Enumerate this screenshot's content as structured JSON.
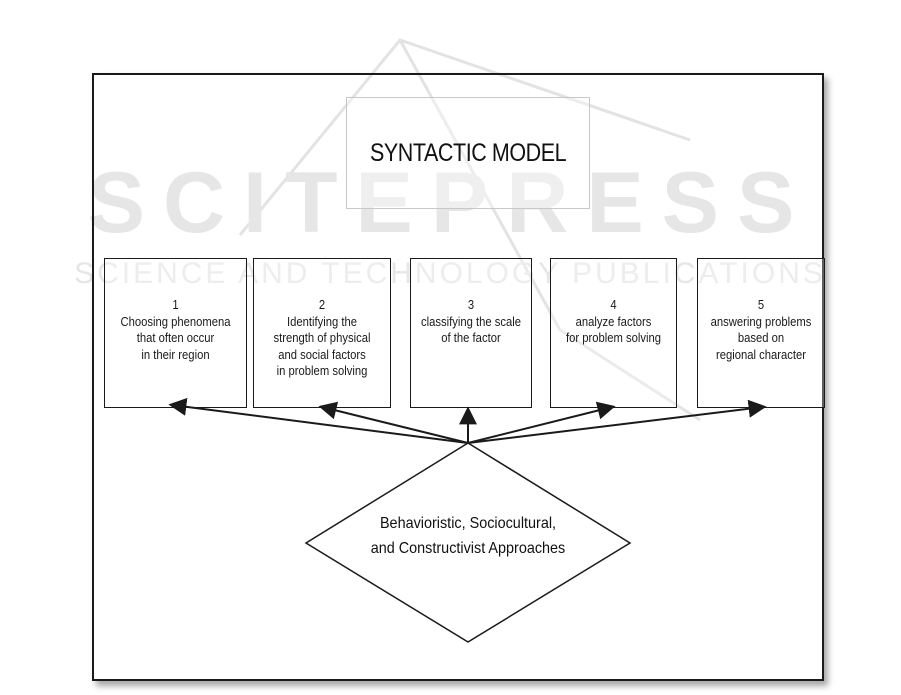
{
  "watermark": {
    "brand": "SCITEPRESS",
    "tagline": "SCIENCE AND TECHNOLOGY PUBLICATIONS"
  },
  "diagram": {
    "title": "SYNTACTIC MODEL",
    "steps": [
      {
        "number": "1",
        "lines": [
          "Choosing phenomena",
          "that often occur",
          "in their region"
        ]
      },
      {
        "number": "2",
        "lines": [
          "Identifying the",
          "strength of physical",
          "and social factors",
          "in problem solving"
        ]
      },
      {
        "number": "3",
        "lines": [
          "classifying the scale",
          "of the factor"
        ]
      },
      {
        "number": "4",
        "lines": [
          "analyze factors",
          "for problem solving"
        ]
      },
      {
        "number": "5",
        "lines": [
          "answering problems",
          "based on",
          "regional character"
        ]
      }
    ],
    "approach": {
      "line1": "Behavioristic, Sociocultural,",
      "line2": "and Constructivist Approaches"
    }
  },
  "colors": {
    "stroke": "#1a1a1a",
    "watermark": "#e6e6e6"
  }
}
